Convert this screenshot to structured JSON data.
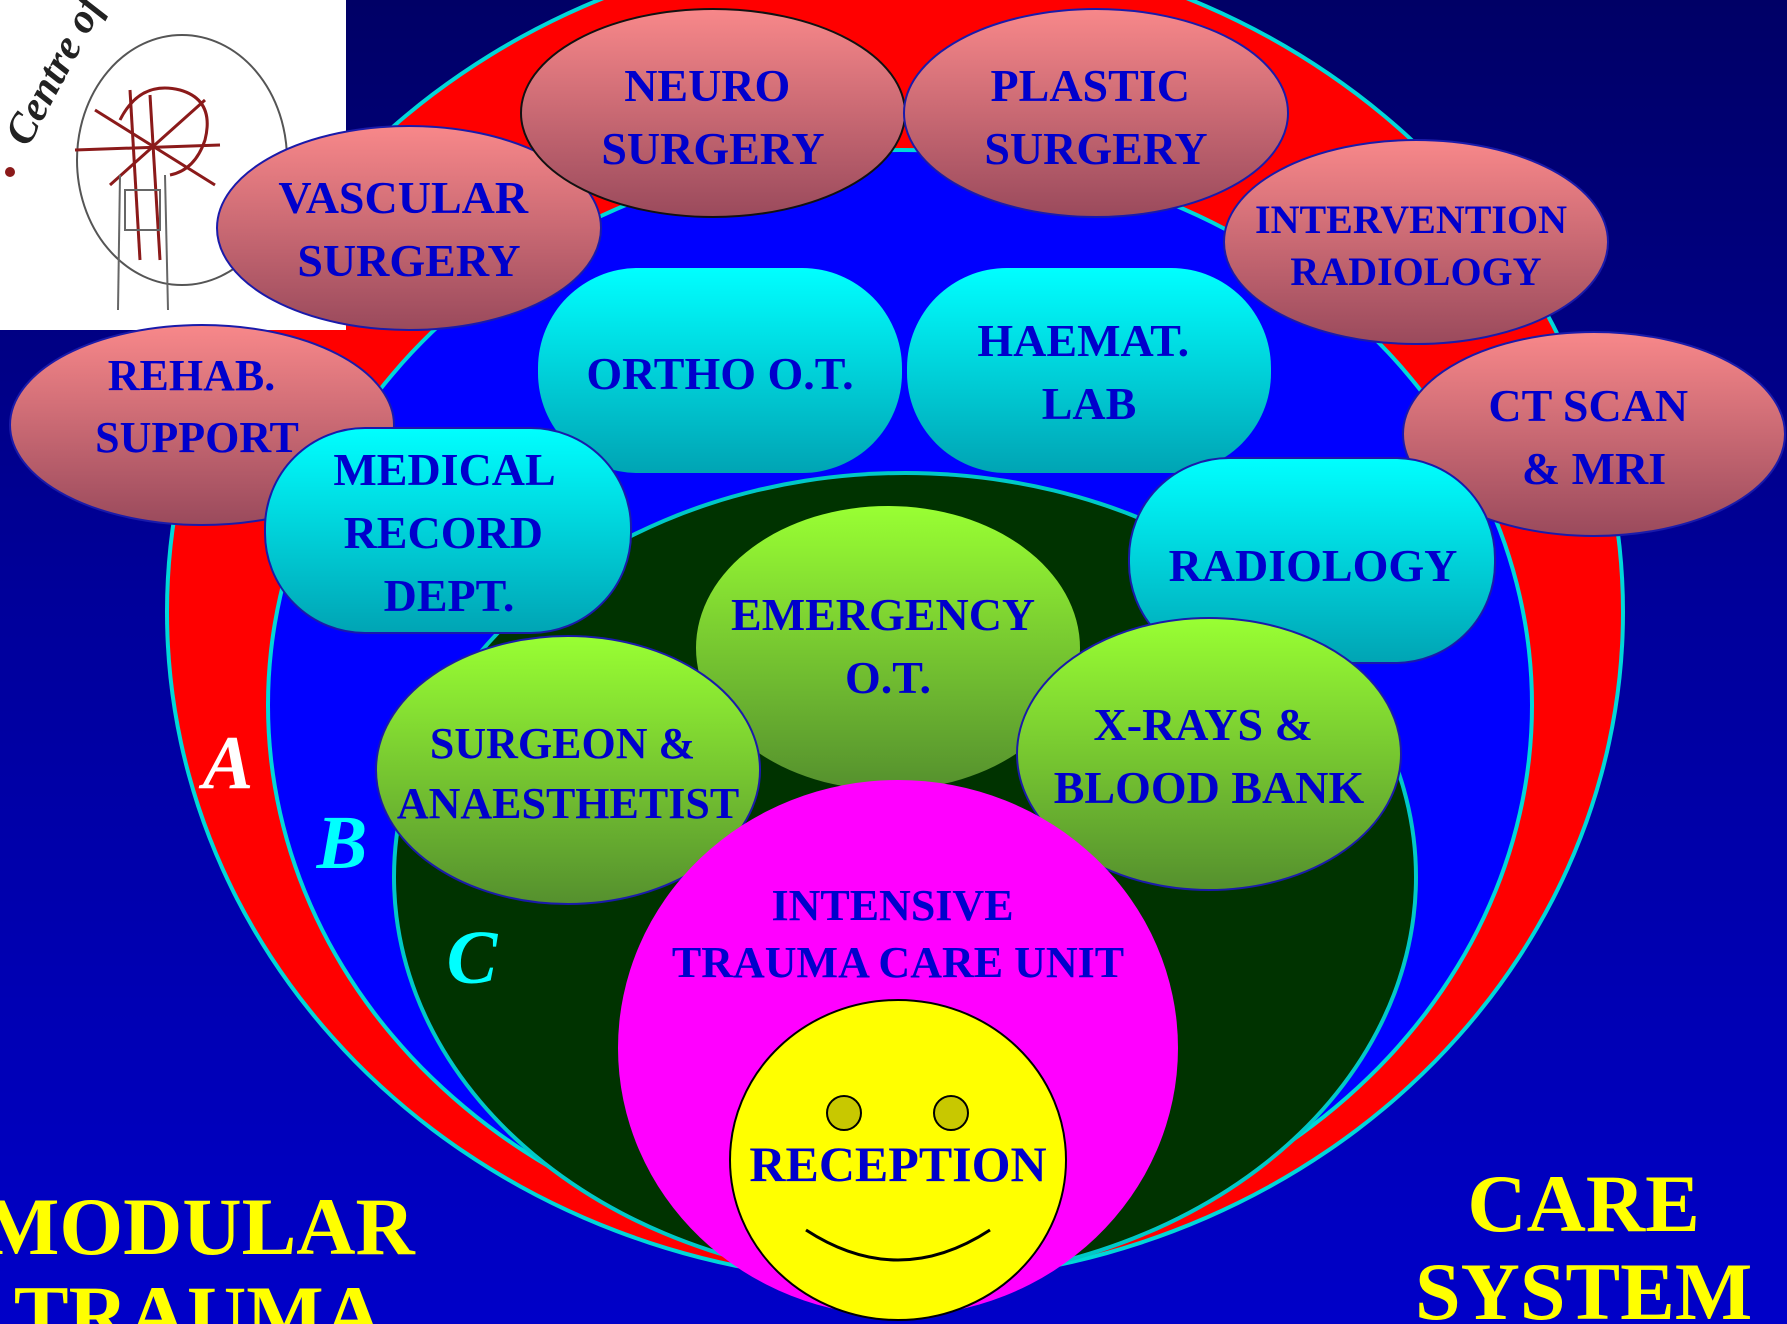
{
  "logo": {
    "text": "Centre of Excellence"
  },
  "rings": {
    "a": {
      "label": "A",
      "color": "#ff0000"
    },
    "b": {
      "label": "B",
      "color": "#0000ff"
    },
    "c": {
      "label": "C",
      "color": "#003300"
    }
  },
  "outer": [
    {
      "id": "neuro",
      "lines": [
        "NEURO",
        "SURGERY"
      ]
    },
    {
      "id": "plastic",
      "lines": [
        "PLASTIC",
        "SURGERY"
      ]
    },
    {
      "id": "vascular",
      "lines": [
        "VASCULAR",
        "SURGERY"
      ]
    },
    {
      "id": "intervention",
      "lines": [
        "INTERVENTION",
        "RADIOLOGY"
      ]
    },
    {
      "id": "rehab",
      "lines": [
        "REHAB.",
        "SUPPORT"
      ]
    },
    {
      "id": "ct",
      "lines": [
        "CT SCAN",
        "& MRI"
      ]
    }
  ],
  "middle": [
    {
      "id": "ortho",
      "lines": [
        "ORTHO O.T."
      ]
    },
    {
      "id": "haemat",
      "lines": [
        "HAEMAT.",
        "LAB"
      ]
    },
    {
      "id": "medical",
      "lines": [
        "MEDICAL",
        "RECORD",
        "DEPT."
      ]
    },
    {
      "id": "radiology",
      "lines": [
        "RADIOLOGY"
      ]
    }
  ],
  "inner": [
    {
      "id": "emergency",
      "lines": [
        "EMERGENCY",
        "O.T."
      ]
    },
    {
      "id": "surgeon",
      "lines": [
        "SURGEON &",
        "ANAESTHETIST"
      ]
    },
    {
      "id": "xrays",
      "lines": [
        "X-RAYS &",
        "BLOOD BANK"
      ]
    }
  ],
  "icu": {
    "lines": [
      "INTENSIVE",
      "TRAUMA CARE UNIT"
    ]
  },
  "reception": {
    "label": "RECEPTION"
  },
  "title": {
    "left": [
      "MODULAR",
      "TRAUMA"
    ],
    "right": [
      "CARE",
      "SYSTEM"
    ]
  },
  "colors": {
    "outer_node": "#e06f73",
    "middle_node": "#00e6e6",
    "inner_node": "#8fee30",
    "icu": "#ff00ff",
    "reception": "#ffff00",
    "node_text": "#0000cc",
    "title": "#ffff00"
  }
}
